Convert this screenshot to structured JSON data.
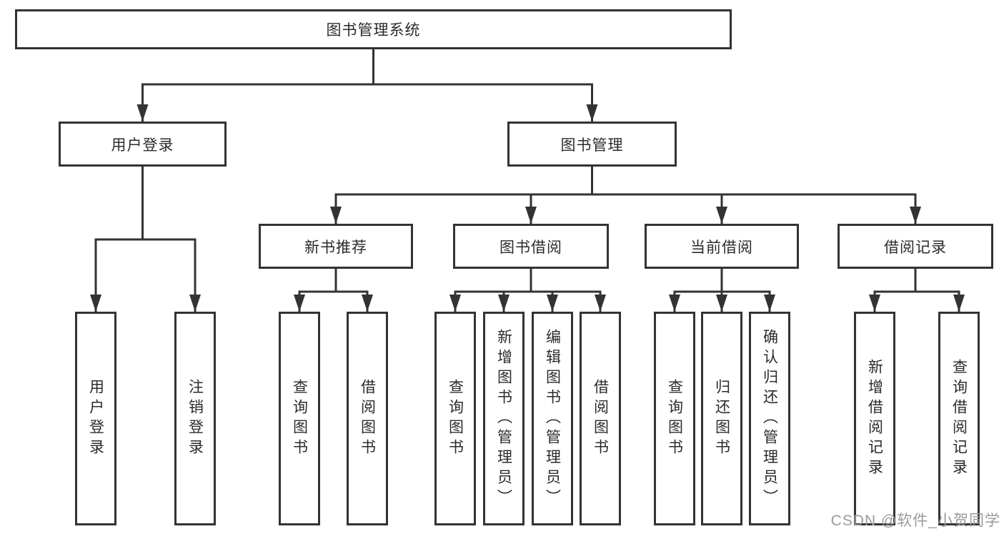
{
  "diagram": {
    "title": "图书管理系统",
    "nodes": {
      "root": {
        "label": "图书管理系统"
      },
      "level2": [
        {
          "label": "用户登录"
        },
        {
          "label": "图书管理"
        }
      ],
      "level3": [
        {
          "label": "新书推荐"
        },
        {
          "label": "图书借阅"
        },
        {
          "label": "当前借阅"
        },
        {
          "label": "借阅记录"
        }
      ],
      "level4": [
        {
          "label": "用户登录"
        },
        {
          "label": "注销登录"
        },
        {
          "label": "查询图书"
        },
        {
          "label": "借阅图书"
        },
        {
          "label": "查询图书"
        },
        {
          "label": "新增图书（管理员）"
        },
        {
          "label": "编辑图书（管理员）"
        },
        {
          "label": "借阅图书"
        },
        {
          "label": "查询图书"
        },
        {
          "label": "归还图书"
        },
        {
          "label": "确认归还（管理员）"
        },
        {
          "label": "新增借阅记录"
        },
        {
          "label": "查询借阅记录"
        }
      ]
    },
    "colors": {
      "line": "#333333",
      "box_border": "#333333",
      "box_fill": "#ffffff",
      "text": "#2b2b2b",
      "background": "#ffffff",
      "watermark": "#9a9a9a"
    }
  },
  "watermark": {
    "text": "CSDN @软件_小贺同学"
  }
}
